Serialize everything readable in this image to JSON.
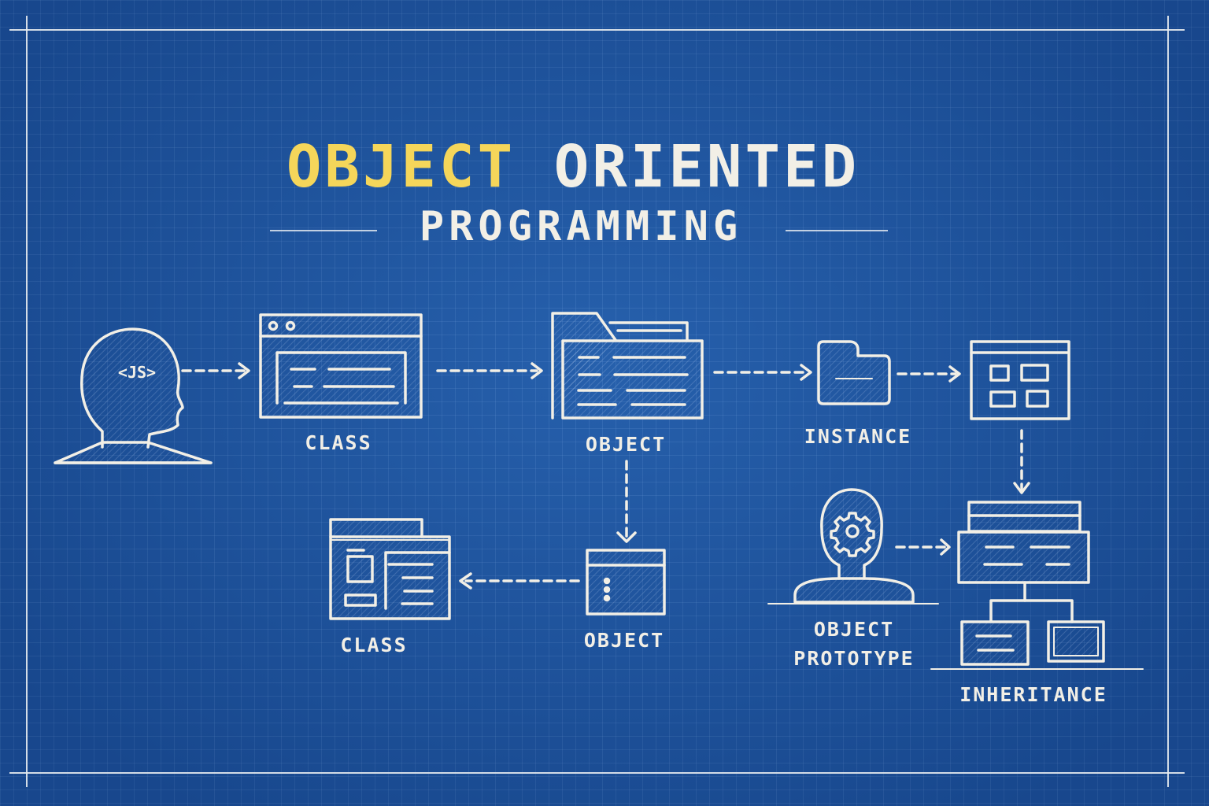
{
  "title": {
    "highlight": "OBJECT",
    "rest": "ORIENTED",
    "subtitle": "PROGRAMMING",
    "highlight_color": "#f5d65a",
    "text_color": "#f2efe6"
  },
  "theme": {
    "background": "#1f58a3",
    "line_color": "#f2efe6",
    "style": "blueprint"
  },
  "nodes": [
    {
      "id": "js-head",
      "icon": "js-head-icon",
      "badge": "<JS>",
      "label": ""
    },
    {
      "id": "class-1",
      "icon": "browser-window-icon",
      "label": "CLASS"
    },
    {
      "id": "object-1",
      "icon": "folder-documents-icon",
      "label": "OBJECT"
    },
    {
      "id": "instance",
      "icon": "folder-icon",
      "label": "INSTANCE"
    },
    {
      "id": "window-grid",
      "icon": "window-grid-icon",
      "label": ""
    },
    {
      "id": "object-2",
      "icon": "small-window-icon",
      "label": "OBJECT"
    },
    {
      "id": "class-2",
      "icon": "layout-window-icon",
      "label": "CLASS"
    },
    {
      "id": "object-prototype",
      "icon": "gear-head-icon",
      "label_line1": "OBJECT",
      "label_line2": "PROTOTYPE"
    },
    {
      "id": "inheritance",
      "icon": "hierarchy-icon",
      "label": "INHERITANCE"
    }
  ],
  "edges": [
    {
      "from": "js-head",
      "to": "class-1",
      "style": "dashed"
    },
    {
      "from": "class-1",
      "to": "object-1",
      "style": "dashed"
    },
    {
      "from": "object-1",
      "to": "instance",
      "style": "dashed"
    },
    {
      "from": "instance",
      "to": "window-grid",
      "style": "dashed"
    },
    {
      "from": "window-grid",
      "to": "inheritance",
      "style": "dashed"
    },
    {
      "from": "object-1",
      "to": "object-2",
      "style": "dashed"
    },
    {
      "from": "object-2",
      "to": "class-2",
      "style": "dashed"
    },
    {
      "from": "object-prototype",
      "to": "inheritance",
      "style": "dashed"
    }
  ]
}
